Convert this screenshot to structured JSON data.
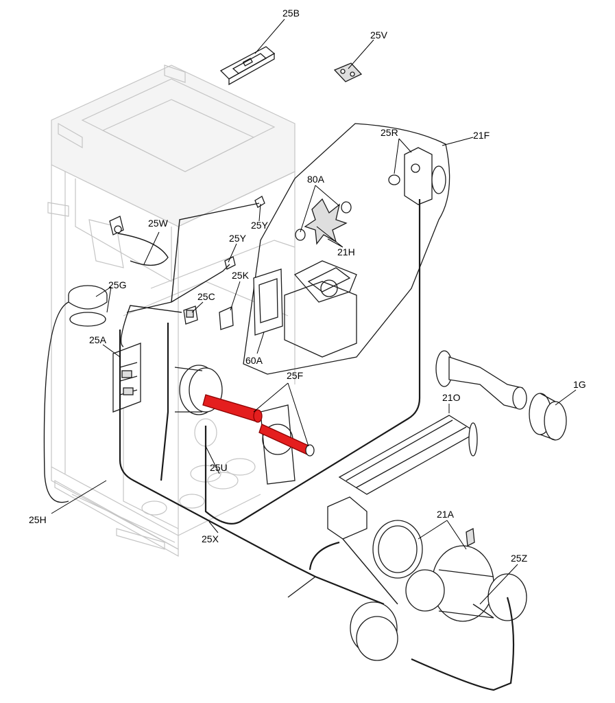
{
  "labels": {
    "l25B": "25B",
    "l25V": "25V",
    "l25R": "25R",
    "l21F": "21F",
    "l80A": "80A",
    "l21H": "21H",
    "l25W": "25W",
    "l25Y_top": "25Y",
    "l25Y_mid": "25Y",
    "l25K": "25K",
    "l25G": "25G",
    "l25C": "25C",
    "l25A": "25A",
    "l60A": "60A",
    "l25F": "25F",
    "l1G": "1G",
    "l21O": "21O",
    "l25U": "25U",
    "l21A": "21A",
    "l25Z": "25Z",
    "l25H": "25H",
    "l25X": "25X"
  },
  "colors": {
    "highlight": "#e41e1e",
    "line": "#1a1a1a",
    "frame": "#c4c4c4"
  }
}
